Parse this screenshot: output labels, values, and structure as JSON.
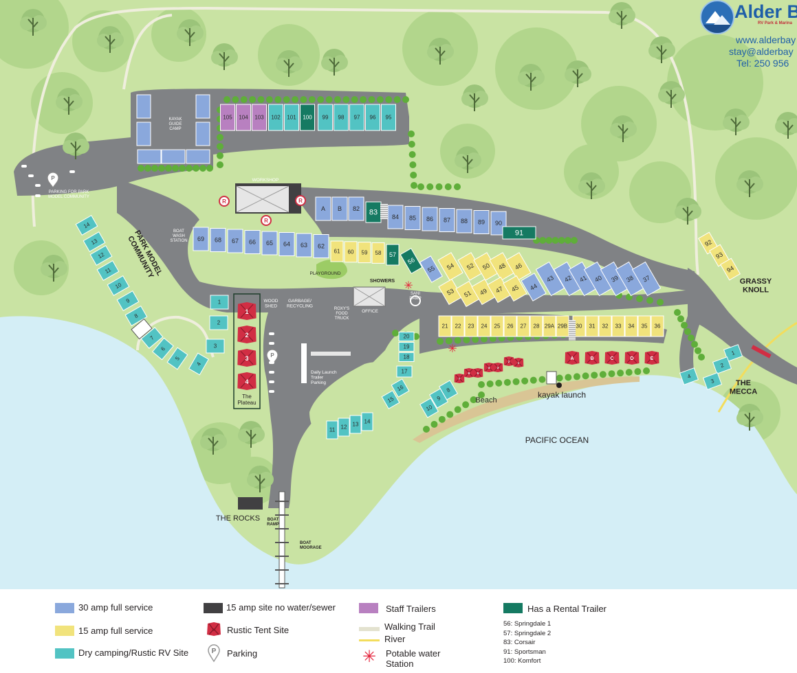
{
  "brand": {
    "name": "Alder B",
    "tagline": "RV Park & Marina",
    "website": "www.alderbay",
    "email": "stay@alderbay",
    "phone": "Tel: 250 956"
  },
  "colors": {
    "grass": "#c9e3a3",
    "forest": "#aed58a",
    "water": "#d4eef6",
    "road": "#808285",
    "full30": "#8aa8dc",
    "full15": "#f1e37c",
    "dry": "#52c3c3",
    "staff": "#b880c0",
    "rental": "#157a62",
    "tent": "#d12e44",
    "noservice": "#414042"
  },
  "labels": {
    "kayak_guide_camp": "KAYAK GUIDE CAMP",
    "parking_park_model": "PARKING FOR PARK MODEL COMMUNITY",
    "workshop": "WORKSHOP",
    "boat_wash_station": "BOAT WASH STATION",
    "park_model_community": "PARK MODEL COMMUNITY",
    "playground": "PLAYGROUND",
    "showers": "SHOWERS",
    "roxys_food_truck": "ROXY'S FOOD TRUCK",
    "office": "OFFICE",
    "sani_dump": "SANI DAMP",
    "wood_shed": "WOOD SHED",
    "garbage_recycling": "GARBAGE/ RECYCLING",
    "the_plateau": "The Plateau",
    "daily_launch": "Daily Launch Trailer Parking",
    "grassy_knoll": "GRASSY KNOLL",
    "the_mecca": "THE MECCA",
    "beach": "Beach",
    "kayak_launch": "kayak launch",
    "pacific_ocean": "PACIFIC OCEAN",
    "the_rocks": "THE ROCKS",
    "boat_ramp": "BOAT RAMP",
    "boat_moorage": "BOAT MOORAGE"
  },
  "sites": {
    "staff_row": [
      "105",
      "104",
      "103"
    ],
    "top_dry_row": [
      "102",
      "101"
    ],
    "top_rental": "100",
    "top_dry_row2": [
      "99",
      "98",
      "97",
      "96",
      "95"
    ],
    "row_workshop": [
      "A",
      "B",
      "82"
    ],
    "row_workshop_rental": "83",
    "row_workshop2": [
      "84",
      "85",
      "86",
      "87",
      "88",
      "89",
      "90"
    ],
    "rental_91": "91",
    "row_boatwash": [
      "69",
      "68",
      "67",
      "66",
      "65",
      "64",
      "63",
      "62"
    ],
    "row_boatwash_yellow": [
      "61",
      "60",
      "59",
      "58"
    ],
    "rentals_57_56": [
      "57",
      "56"
    ],
    "site_55": "55",
    "yellow_cluster": [
      "54",
      "52",
      "50",
      "48",
      "46",
      "53",
      "51",
      "49",
      "47",
      "45"
    ],
    "blue_cluster": [
      "44",
      "43",
      "42",
      "41",
      "40",
      "39",
      "38",
      "37"
    ],
    "beach_row": [
      "21",
      "22",
      "23",
      "24",
      "25",
      "26",
      "27",
      "28",
      "29A",
      "29B",
      "30",
      "31",
      "32",
      "33",
      "34",
      "35",
      "36"
    ],
    "grassy_knoll_sites": [
      "92",
      "93",
      "94"
    ],
    "mecca_sites": [
      "1",
      "2",
      "3",
      "4"
    ],
    "park_model": [
      "14",
      "13",
      "12",
      "11",
      "10",
      "9",
      "8",
      "7",
      "6",
      "5",
      "4",
      "3",
      "2",
      "1"
    ],
    "plateau_tents": [
      "1",
      "2",
      "3",
      "4"
    ],
    "center_dry": [
      "20",
      "19",
      "18",
      "17",
      "16",
      "15"
    ],
    "lower_dry": [
      "11",
      "12",
      "13",
      "14"
    ],
    "beach_dry": [
      "10",
      "9",
      "8"
    ],
    "beach_tents": [
      "7",
      "6",
      "5",
      "4",
      "3",
      "2",
      "1"
    ],
    "mecca_tents": [
      "A",
      "B",
      "C",
      "D",
      "E"
    ]
  },
  "legend": {
    "full30": "30 amp full service",
    "full15": "15 amp full service",
    "dry": "Dry camping/Rustic RV Site",
    "noservice": "15 amp site no water/sewer",
    "tent": "Rustic Tent Site",
    "parking": "Parking",
    "staff": "Staff  Trailers",
    "trail": "Walking Trail",
    "river": "River",
    "water": "Potable water Station",
    "rental": "Has a Rental Trailer",
    "rentals": [
      "56: Springdale 1",
      "57: Springdale 2",
      "83: Corsair",
      "91: Sportsman",
      "100: Komfort"
    ]
  }
}
